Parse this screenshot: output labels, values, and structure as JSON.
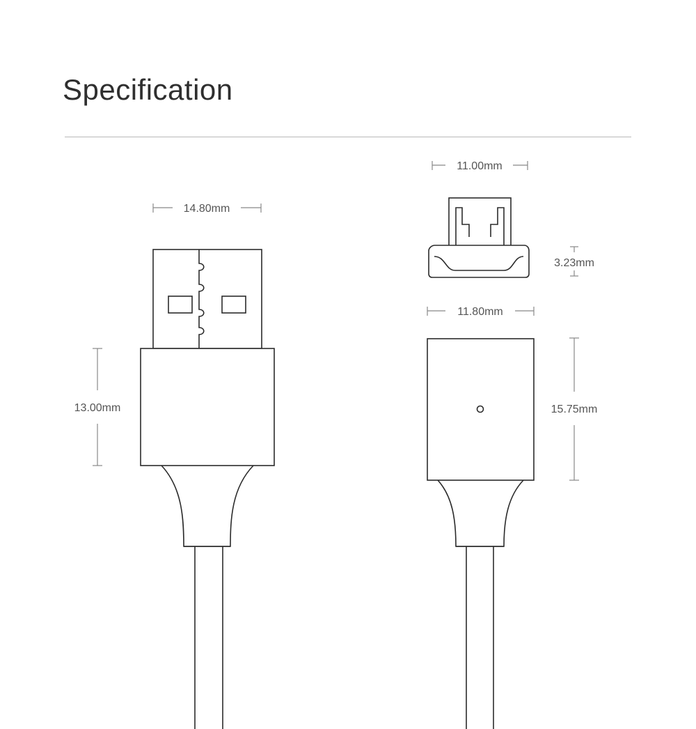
{
  "header": {
    "title": "Specification"
  },
  "colors": {
    "outline": "#2b2b2b",
    "dimension_line": "#888888",
    "dimension_text": "#555555",
    "divider": "#b8b8b8"
  },
  "usb_connector": {
    "width_label": "14.80mm",
    "height_label": "13.00mm"
  },
  "magnetic_tip": {
    "width_label": "11.00mm",
    "thickness_label": "3.23mm"
  },
  "magnetic_socket": {
    "width_label": "11.80mm",
    "height_label": "15.75mm"
  }
}
